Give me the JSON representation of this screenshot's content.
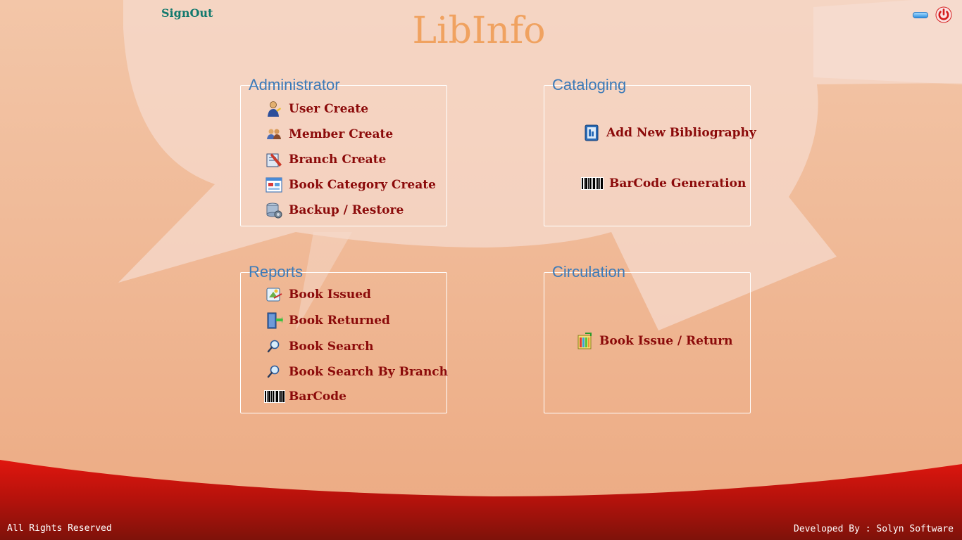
{
  "header": {
    "signout_label": "SignOut",
    "app_title": "LibInfo"
  },
  "window_controls": {
    "minimize_icon": "minimize-icon",
    "power_icon": "power-icon"
  },
  "groups": {
    "administrator": {
      "title": "Administrator",
      "items": [
        {
          "label": "User Create",
          "icon": "user-icon"
        },
        {
          "label": "Member Create",
          "icon": "members-icon"
        },
        {
          "label": "Branch Create",
          "icon": "branch-icon"
        },
        {
          "label": "Book Category Create",
          "icon": "category-icon"
        },
        {
          "label": "Backup / Restore",
          "icon": "backup-icon"
        }
      ]
    },
    "cataloging": {
      "title": "Cataloging",
      "items": [
        {
          "label": "Add New Bibliography",
          "icon": "bibliography-icon"
        },
        {
          "label": "BarCode Generation",
          "icon": "barcode-icon"
        }
      ]
    },
    "reports": {
      "title": "Reports",
      "items": [
        {
          "label": "Book Issued",
          "icon": "book-issued-icon"
        },
        {
          "label": "Book Returned",
          "icon": "book-returned-icon"
        },
        {
          "label": "Book Search",
          "icon": "search-icon"
        },
        {
          "label": "Book Search By Branch",
          "icon": "search-icon"
        },
        {
          "label": "BarCode",
          "icon": "barcode-icon"
        }
      ]
    },
    "circulation": {
      "title": "Circulation",
      "items": [
        {
          "label": "Book Issue / Return",
          "icon": "issue-return-icon"
        }
      ]
    }
  },
  "footer": {
    "left": "All Rights Reserved",
    "right": "Developed By : Solyn Software"
  },
  "colors": {
    "background": "#efb48f",
    "group_title": "#3c7ab8",
    "item_text": "#8b0a0a",
    "signout": "#137a6e",
    "app_title": "#f0a260",
    "footer_band": "#c4140c"
  }
}
